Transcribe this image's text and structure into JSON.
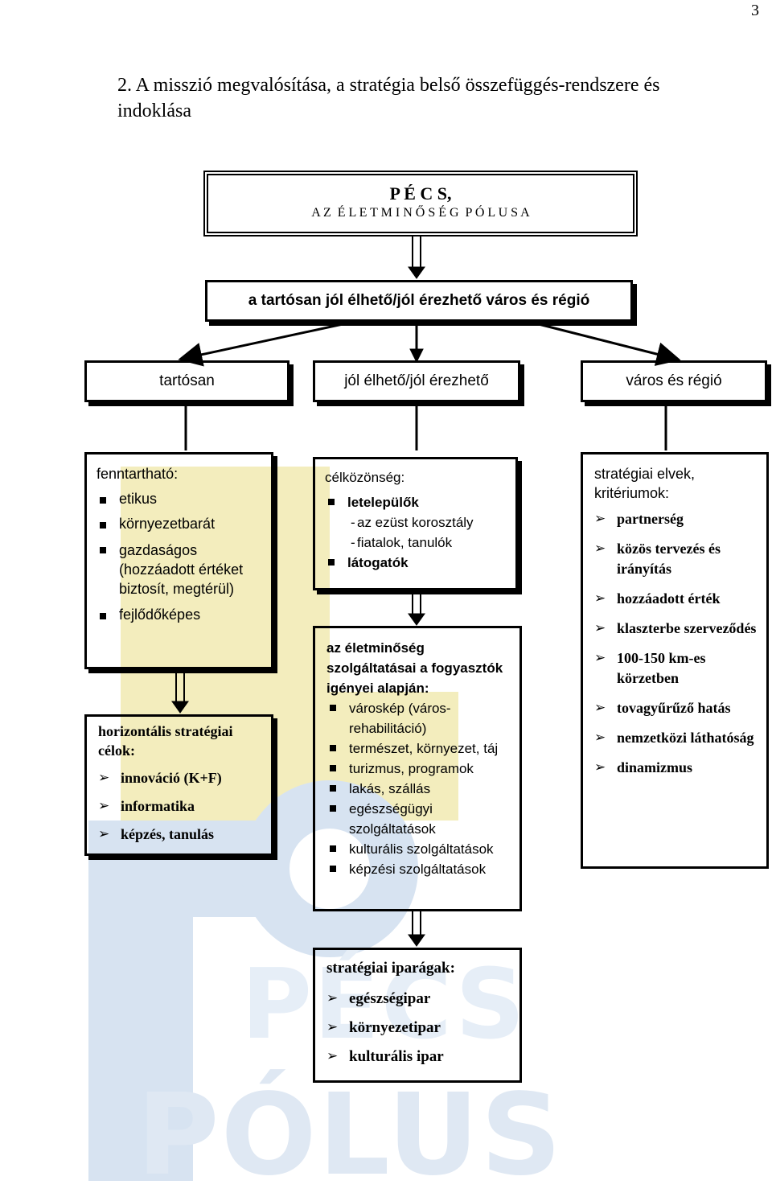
{
  "page_number": "3",
  "heading": "2. A misszió megvalósítása, a stratégia belső összefüggés-rendszere és indoklása",
  "top_box": {
    "line1": "P É C S,",
    "line2": "A Z  É L E T M I N Ő S É G  P Ó L U S A"
  },
  "vision": "a tartósan jól élhető/jól érezhető város és régió",
  "pillars": [
    "tartósan",
    "jól élhető/jól érezhető",
    "város és régió"
  ],
  "sustainable": {
    "title": "fenntartható:",
    "items": [
      "etikus",
      "környezetbarát",
      "gazdaságos (hozzáadott értéket biztosít, megtérül)",
      "fejlődőképes"
    ]
  },
  "horizontal": {
    "title": "horizontális stratégiai célok:",
    "items": [
      "innováció (K+F)",
      "informatika",
      "képzés, tanulás"
    ]
  },
  "audience": {
    "title": "célközönség:",
    "settlers": "letelepülők",
    "sub": [
      "az ezüst korosztály",
      "fiatalok, tanulók"
    ],
    "visitors": "látogatók"
  },
  "services": {
    "title": "az életminőség szolgáltatásai a fogyasztók igényei alapján:",
    "items": [
      "városkép (város-rehabilitáció)",
      "természet, környezet, táj",
      "turizmus, programok",
      "lakás, szállás",
      "egészségügyi szolgáltatások",
      "kulturális szolgáltatások",
      "képzési szolgáltatások"
    ]
  },
  "principles": {
    "title": "stratégiai elvek, kritériumok:",
    "items": [
      "partnerség",
      "közös tervezés és irányítás",
      "hozzáadott érték",
      "klaszterbe szerveződés",
      "100-150 km-es körzetben",
      "tovagyűrűző hatás",
      "nemzetközi láthatóság",
      "dinamizmus"
    ]
  },
  "industries": {
    "title": "stratégiai iparágak:",
    "items": [
      "egészségipar",
      "környezetipar",
      "kulturális ipar"
    ]
  },
  "watermark": {
    "text1": "PÉCS",
    "text2": "PÓLUS",
    "color_yellow": "#f3edbd",
    "color_blue": "#d7e3f1"
  }
}
